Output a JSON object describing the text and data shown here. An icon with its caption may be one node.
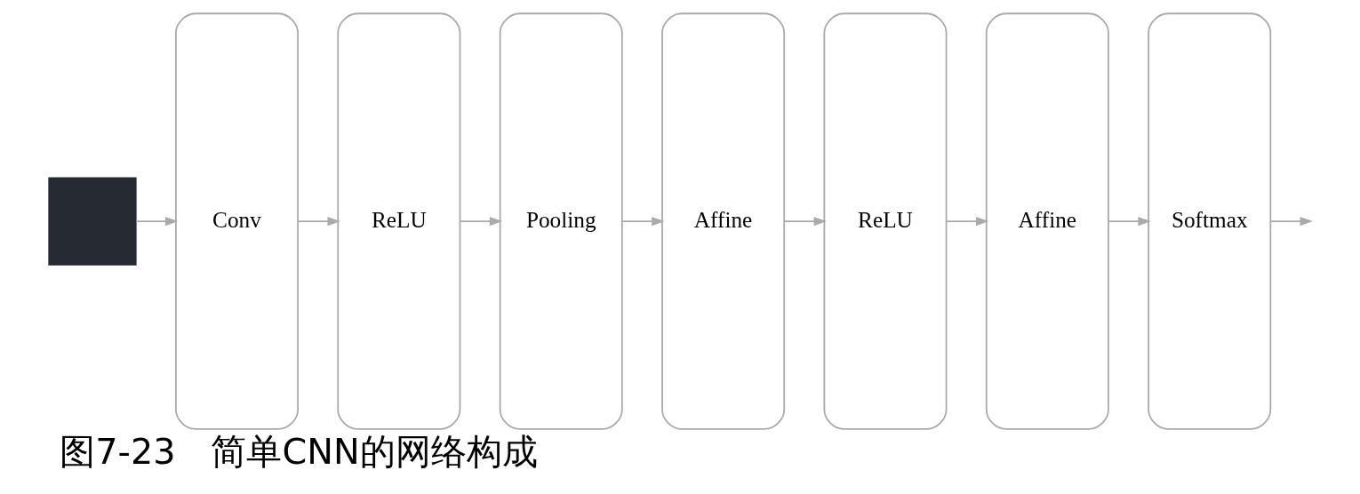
{
  "diagram": {
    "caption": "图7-23　简单CNN的网络构成",
    "nodes": [
      {
        "text": [],
        "shape": "box"
      },
      {
        "text": [
          "Conv"
        ]
      },
      {
        "text": [
          "ReLU"
        ]
      },
      {
        "text": [
          "Pooling"
        ]
      },
      {
        "text": [
          "Affine"
        ]
      },
      {
        "text": [
          "ReLU"
        ]
      },
      {
        "text": [
          "Affine"
        ]
      },
      {
        "text": [
          "Softmax"
        ]
      }
    ],
    "edges": [
      {
        "from": 0,
        "to": 1,
        "arrow": "to"
      },
      {
        "from": 1,
        "to": 2,
        "arrow": "to"
      },
      {
        "from": 2,
        "to": 3,
        "arrow": "to"
      },
      {
        "from": 3,
        "to": 4,
        "arrow": "to"
      },
      {
        "from": 4,
        "to": 5,
        "arrow": "to"
      },
      {
        "from": 5,
        "to": 6,
        "arrow": "to"
      },
      {
        "from": 6,
        "to": 7,
        "arrow": "to"
      },
      {
        "from": 7,
        "to": null,
        "arrow": "to"
      }
    ]
  }
}
